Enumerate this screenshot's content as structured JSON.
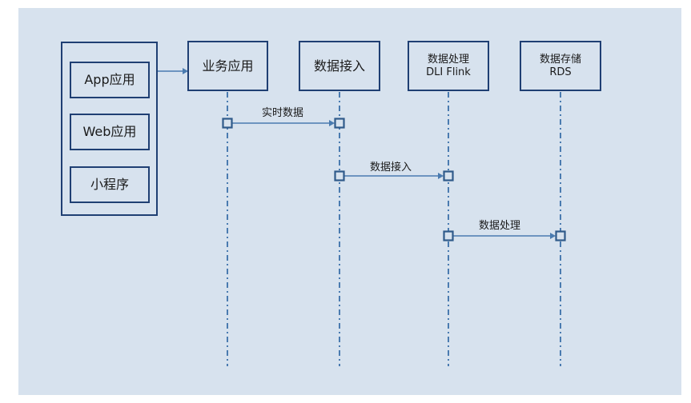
{
  "diagram": {
    "type": "sequence",
    "client_group": {
      "items": [
        {
          "label": "App应用"
        },
        {
          "label": "Web应用"
        },
        {
          "label": "小程序"
        }
      ]
    },
    "participants": [
      {
        "line1": "业务应用",
        "line2": ""
      },
      {
        "line1": "数据接入",
        "line2": ""
      },
      {
        "line1": "数据处理",
        "line2": "DLI Flink"
      },
      {
        "line1": "数据存储",
        "line2": "RDS"
      }
    ],
    "messages": [
      {
        "from": 0,
        "to": 1,
        "label": "实时数据"
      },
      {
        "from": 1,
        "to": 2,
        "label": "数据接入"
      },
      {
        "from": 2,
        "to": 3,
        "label": "数据处理"
      }
    ],
    "colors": {
      "background": "#d7e2ee",
      "box_border": "#1f3f73",
      "line": "#4a7bb0",
      "activation": "#2f5a8a"
    }
  }
}
